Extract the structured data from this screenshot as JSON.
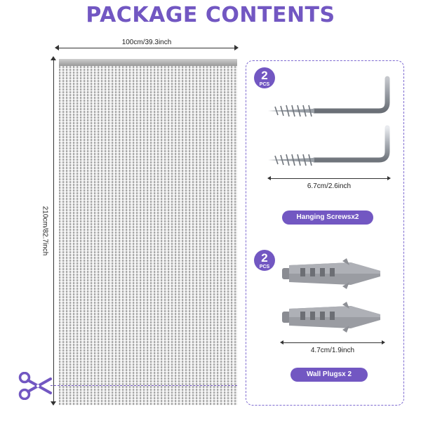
{
  "title": "PACKAGE CONTENTS",
  "curtain": {
    "width_label": "100cm/39.3inch",
    "height_label": "210cm/82.7inch"
  },
  "screws": {
    "count": "2",
    "unit": "PCS",
    "size_label": "6.7cm/2.6inch",
    "name": "Hanging Screwsx2"
  },
  "plugs": {
    "count": "2",
    "unit": "PCS",
    "size_label": "4.7cm/1.9inch",
    "name": "Wall Plugsx 2"
  },
  "colors": {
    "accent": "#7257c2",
    "plug": "#8e9096",
    "metal": "#b8bcc2"
  },
  "icons": [
    "scissors-icon",
    "hook-screw-icon",
    "wall-plug-icon"
  ]
}
